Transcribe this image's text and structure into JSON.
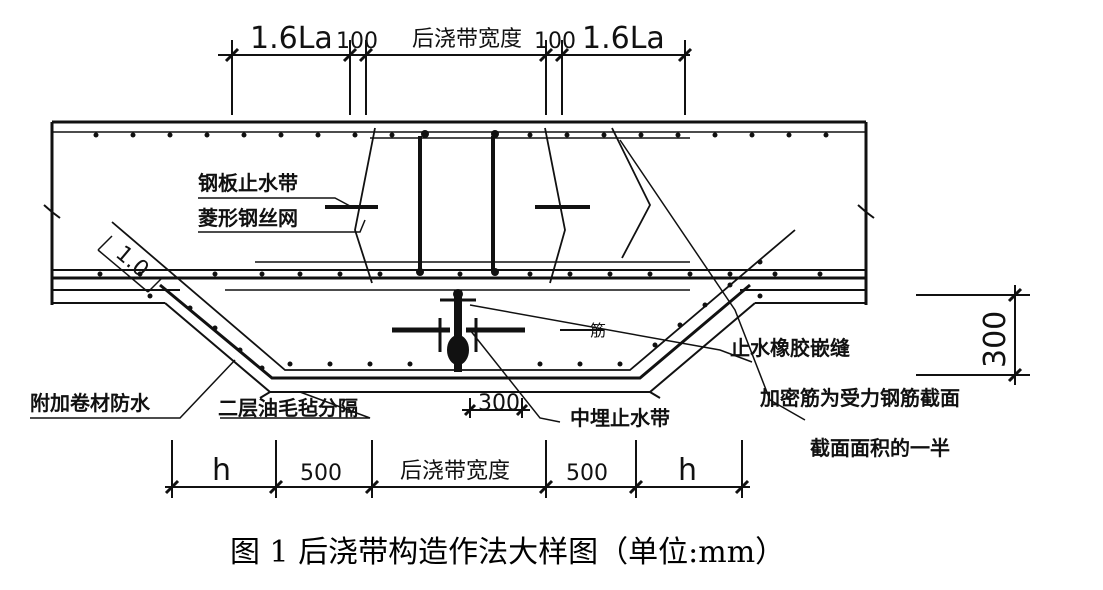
{
  "caption": "图 1 后浇带构造作法大样图（单位:mm）",
  "top_dimensions": {
    "left_lap": "1.6La",
    "left_gap": "100",
    "middle": "后浇带宽度",
    "right_gap": "100",
    "right_lap": "1.6La"
  },
  "bottom_dimensions": {
    "left_h": "h",
    "left_500": "500",
    "middle": "后浇带宽度",
    "right_500": "500",
    "right_h": "h"
  },
  "inner_dimension": "300",
  "slope_label": "1.0",
  "depth_dimension": "300",
  "callouts": {
    "steel_plate": "钢板止水带",
    "mesh": "菱形钢丝网",
    "rebar_mark": "筋",
    "rubber_strip": "止水橡胶嵌缝",
    "added_rebar_1": "加密筋为受力钢筋截面",
    "added_rebar_2": "截面面积的一半",
    "waterproof": "附加卷材防水",
    "felt": "二层油毛毡分隔",
    "embedded_stop": "中埋止水带"
  }
}
